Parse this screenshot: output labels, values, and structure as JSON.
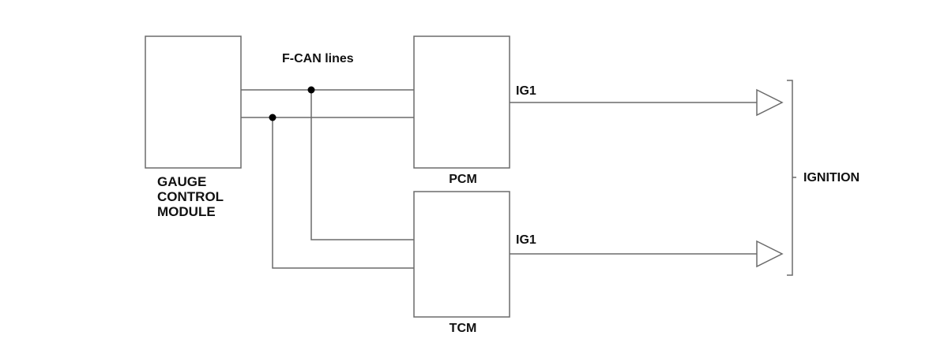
{
  "gauge_module": {
    "label_lines": [
      "GAUGE",
      "CONTROL",
      "MODULE"
    ]
  },
  "bus": {
    "label": "F-CAN lines"
  },
  "pcm": {
    "label": "PCM",
    "output_label": "IG1"
  },
  "tcm": {
    "label": "TCM",
    "output_label": "IG1"
  },
  "ignition": {
    "label": "IGNITION"
  },
  "colors": {
    "line": "#6b6b6b",
    "text": "#111111",
    "junction": "#000000"
  }
}
